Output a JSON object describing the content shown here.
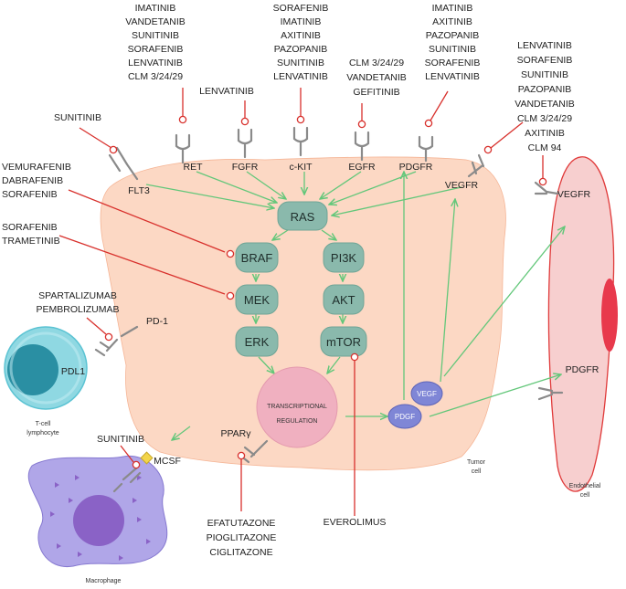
{
  "drug_groups": {
    "sunitinib_flt3": [
      "SUNITINIB"
    ],
    "ret": [
      "IMATINIB",
      "VANDETANIB",
      "SUNITINIB",
      "SORAFENIB",
      "LENVATINIB",
      "CLM 3/24/29"
    ],
    "fgfr": [
      "LENVATINIB"
    ],
    "ckit": [
      "SORAFENIB",
      "IMATINIB",
      "AXITINIB",
      "PAZOPANIB",
      "SUNITINIB",
      "LENVATINIB"
    ],
    "egfr": [
      "CLM 3/24/29",
      "VANDETANIB",
      "GEFITINIB"
    ],
    "pdgfr": [
      "IMATINIB",
      "AXITINIB",
      "PAZOPANIB",
      "SUNITINIB",
      "SORAFENIB",
      "LENVATINIB"
    ],
    "vegfr": [
      "LENVATINIB",
      "SORAFENIB",
      "SUNITINIB",
      "PAZOPANIB",
      "VANDETANIB",
      "CLM 3/24/29",
      "AXITINIB",
      "CLM 94"
    ],
    "braf": [
      "VEMURAFENIB",
      "DABRAFENIB",
      "SORAFENIB"
    ],
    "mek": [
      "SORAFENIB",
      "TRAMETINIB"
    ],
    "pd1": [
      "SPARTALIZUMAB",
      "PEMBROLIZUMAB"
    ],
    "mcsf": [
      "SUNITINIB"
    ],
    "ppar": [
      "EFATUTAZONE",
      "PIOGLITAZONE",
      "CIGLITAZONE"
    ],
    "mtor": [
      "EVEROLIMUS"
    ]
  },
  "receptors": {
    "flt3": "FLT3",
    "ret": "RET",
    "fgfr": "FGFR",
    "ckit": "c-KIT",
    "egfr": "EGFR",
    "pdgfr": "PDGFR",
    "vegfr": "VEGFR",
    "pd1": "PD-1",
    "pdl1": "PDL1",
    "ppar": "PPARγ",
    "mcsf": "MCSF",
    "endo_vegfr": "VEGFR",
    "endo_pdgfr": "PDGFR"
  },
  "nodes": {
    "ras": "RAS",
    "braf": "BRAF",
    "mek": "MEK",
    "erk": "ERK",
    "pi3k": "PI3K",
    "akt": "AKT",
    "mtor": "mTOR",
    "vegf": "VEGF",
    "pdgf": "PDGF",
    "tr1": "TRANSCRIPTIONAL",
    "tr2": "REGULATION"
  },
  "cells": {
    "tcell1": "T-cell",
    "tcell2": "lymphocyte",
    "macrophage": "Macrophage",
    "tumor1": "Tumor",
    "tumor2": "cell",
    "endo1": "Endothelial",
    "endo2": "cell"
  },
  "colors": {
    "arrow": "#63c77a",
    "inhibitor": "#d8302c",
    "tumor_fill": "#fcd8c4",
    "node_fill": "#8ab9ac",
    "tcell": "#5bc3d3",
    "macrophage": "#a99ce0",
    "endothelial": "#f7cfcf",
    "nucleus_red": "#e8394c",
    "tr_fill": "#f0b0c0",
    "vegf_fill": "#7f86d6"
  }
}
